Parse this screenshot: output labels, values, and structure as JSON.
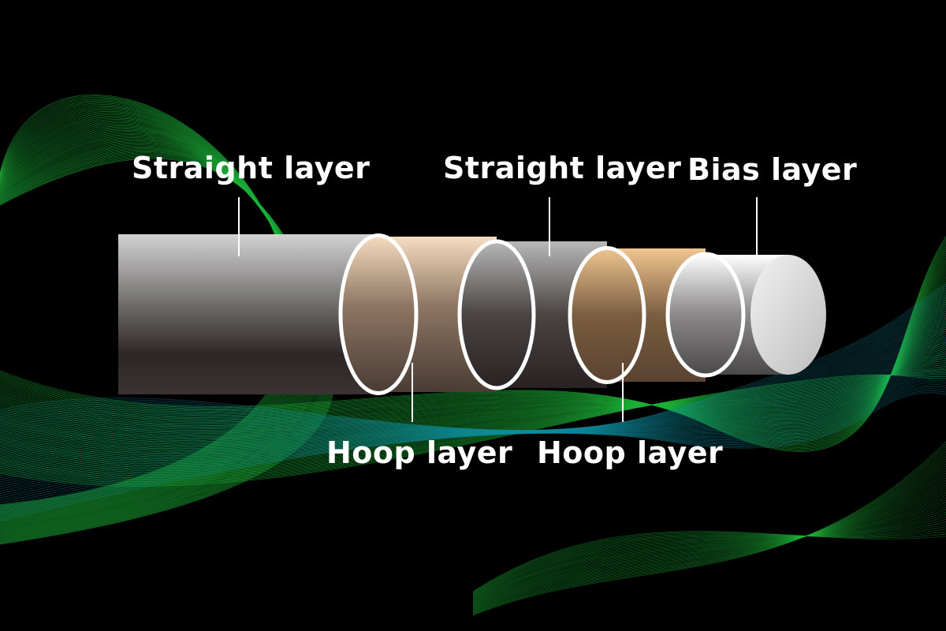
{
  "labels": {
    "straight_outer": "Straight layer",
    "straight_inner": "Straight layer",
    "bias": "Bias layer",
    "hoop_outer": "Hoop layer",
    "hoop_inner": "Hoop layer"
  },
  "colors": {
    "background": "#000000",
    "wave_green": "#1db53a",
    "wave_teal": "#0f8fa0",
    "label_text": "#ffffff",
    "straight_layer": "#3a3434",
    "hoop_layer": "#c89a68",
    "bias_layer": "#dcdcdc"
  },
  "layers": [
    {
      "name": "straight-layer-outer",
      "material": "straight"
    },
    {
      "name": "hoop-layer-outer",
      "material": "hoop"
    },
    {
      "name": "straight-layer-inner",
      "material": "straight"
    },
    {
      "name": "hoop-layer-inner",
      "material": "hoop"
    },
    {
      "name": "bias-layer",
      "material": "bias"
    }
  ]
}
